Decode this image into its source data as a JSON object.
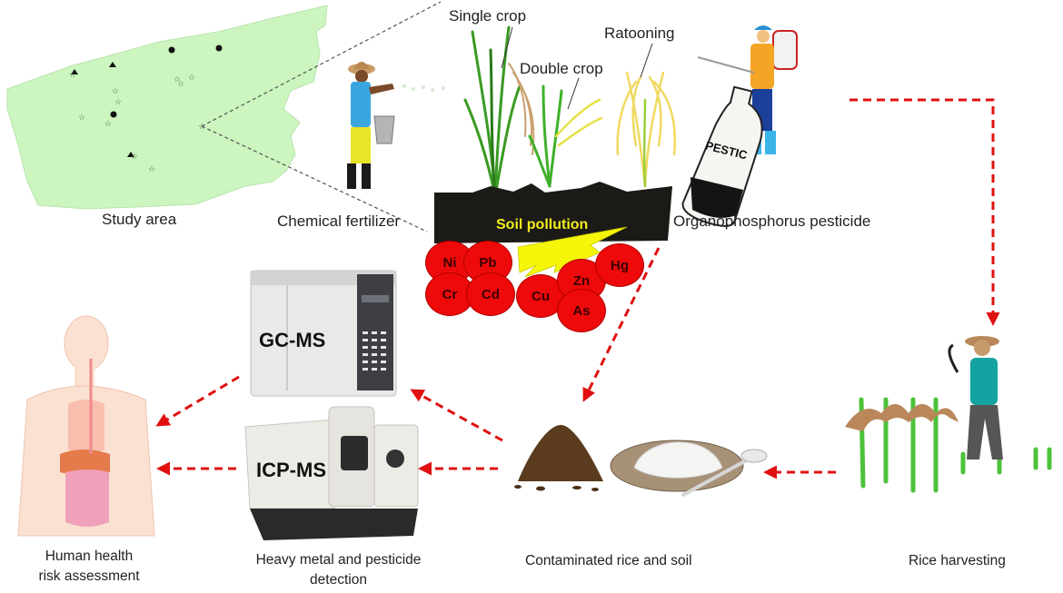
{
  "diagram": {
    "title": "Heavy metal and pesticide contamination in rice: study workflow",
    "colors": {
      "arrow": "#e01010",
      "study_area_fill": "#ccf5bf",
      "soil": "#1b1a17",
      "metal_fill": "#ee0a0a",
      "lightning": "#f5f50a",
      "soil_pollution_text": "#f2ee1c"
    },
    "study_area": {
      "label": "Study area",
      "markers": {
        "circle_count": 3,
        "triangle_count": 3,
        "star_count": 13
      }
    },
    "inputs": {
      "fertilizer_label": "Chemical fertilizer",
      "pesticide_label": "Organophosphorus pesticide",
      "pesticide_bottle_text": "PESTIC"
    },
    "crops": {
      "single": "Single crop",
      "double": "Double crop",
      "ratooning": "Ratooning"
    },
    "soil": {
      "label": "Soil pollution",
      "metals": [
        "Ni",
        "Pb",
        "Cr",
        "Cd",
        "Cu",
        "Zn",
        "As",
        "Hg"
      ]
    },
    "instruments": {
      "gcms": "GC-MS",
      "icpms": "ICP-MS"
    },
    "stages": {
      "harvest": "Rice harvesting",
      "contaminated": "Contaminated rice and soil",
      "detection_line1": "Heavy metal and pesticide",
      "detection_line2": "detection",
      "health_line1": "Human health",
      "health_line2": "risk assessment"
    },
    "flow": [
      "Organophosphorus pesticide -> Rice harvesting",
      "Rice harvesting -> Contaminated rice and soil",
      "Soil pollution -> Contaminated rice and soil",
      "Contaminated rice and soil -> GC-MS",
      "Contaminated rice and soil -> ICP-MS",
      "GC-MS -> Human health risk assessment",
      "ICP-MS -> Human health risk assessment"
    ]
  }
}
